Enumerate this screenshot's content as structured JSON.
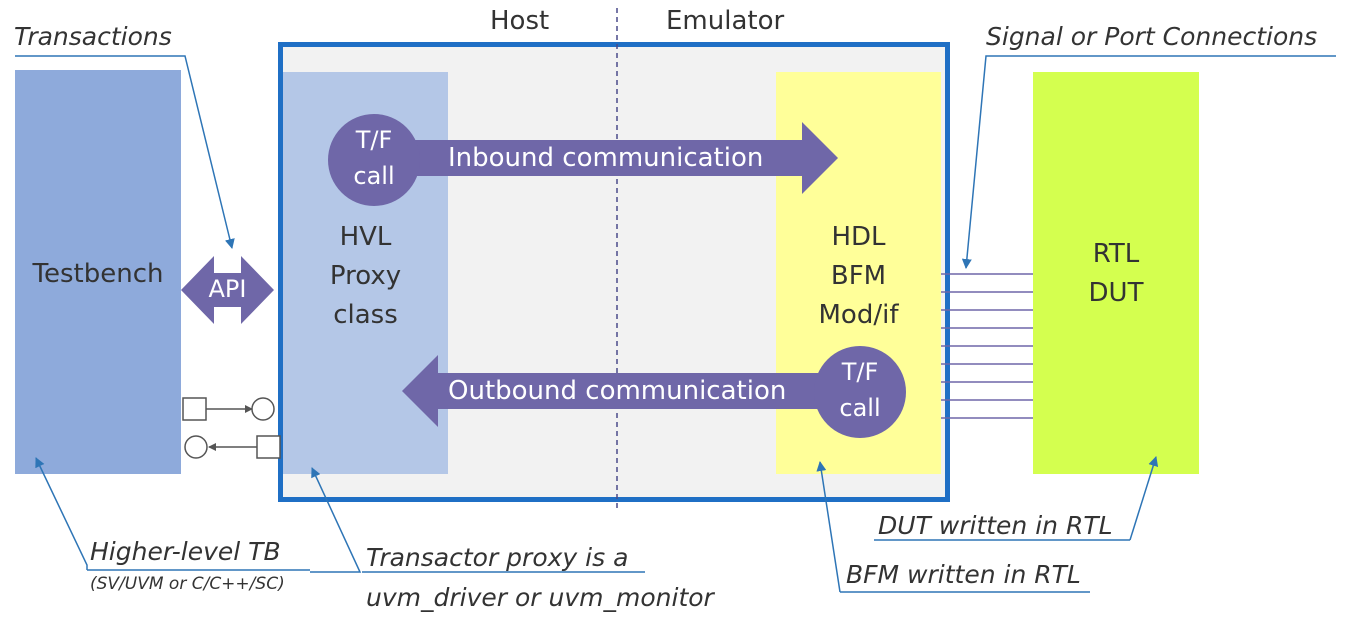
{
  "regions": {
    "host": "Host",
    "emulator": "Emulator"
  },
  "blocks": {
    "testbench": "Testbench",
    "hvl": [
      "HVL",
      "Proxy",
      "class"
    ],
    "hdl": [
      "HDL",
      "BFM",
      "Mod/if"
    ],
    "rtl": [
      "RTL",
      "DUT"
    ]
  },
  "api": "API",
  "tf_call": [
    "T/F",
    "call"
  ],
  "arrows": {
    "inbound": "Inbound communication",
    "outbound": "Outbound communication"
  },
  "annotations": {
    "transactions": "Transactions",
    "signal_ports": "Signal or Port Connections",
    "higher_tb": "Higher-level TB",
    "higher_tb_sub": "(SV/UVM or C/C++/SC)",
    "transactor_1": "Transactor proxy is a",
    "transactor_2": "uvm_driver or uvm_monitor",
    "dut_rtl": "DUT written in RTL",
    "bfm_rtl": "BFM written in RTL"
  },
  "colors": {
    "testbench": "#8eaadb",
    "hvl": "#b4c7e7",
    "hdl": "#ffff99",
    "rtl": "#d4ff4f",
    "frame": "#1f6fc5",
    "arrow": "#6f67a8",
    "callout": "#2e75b6"
  }
}
